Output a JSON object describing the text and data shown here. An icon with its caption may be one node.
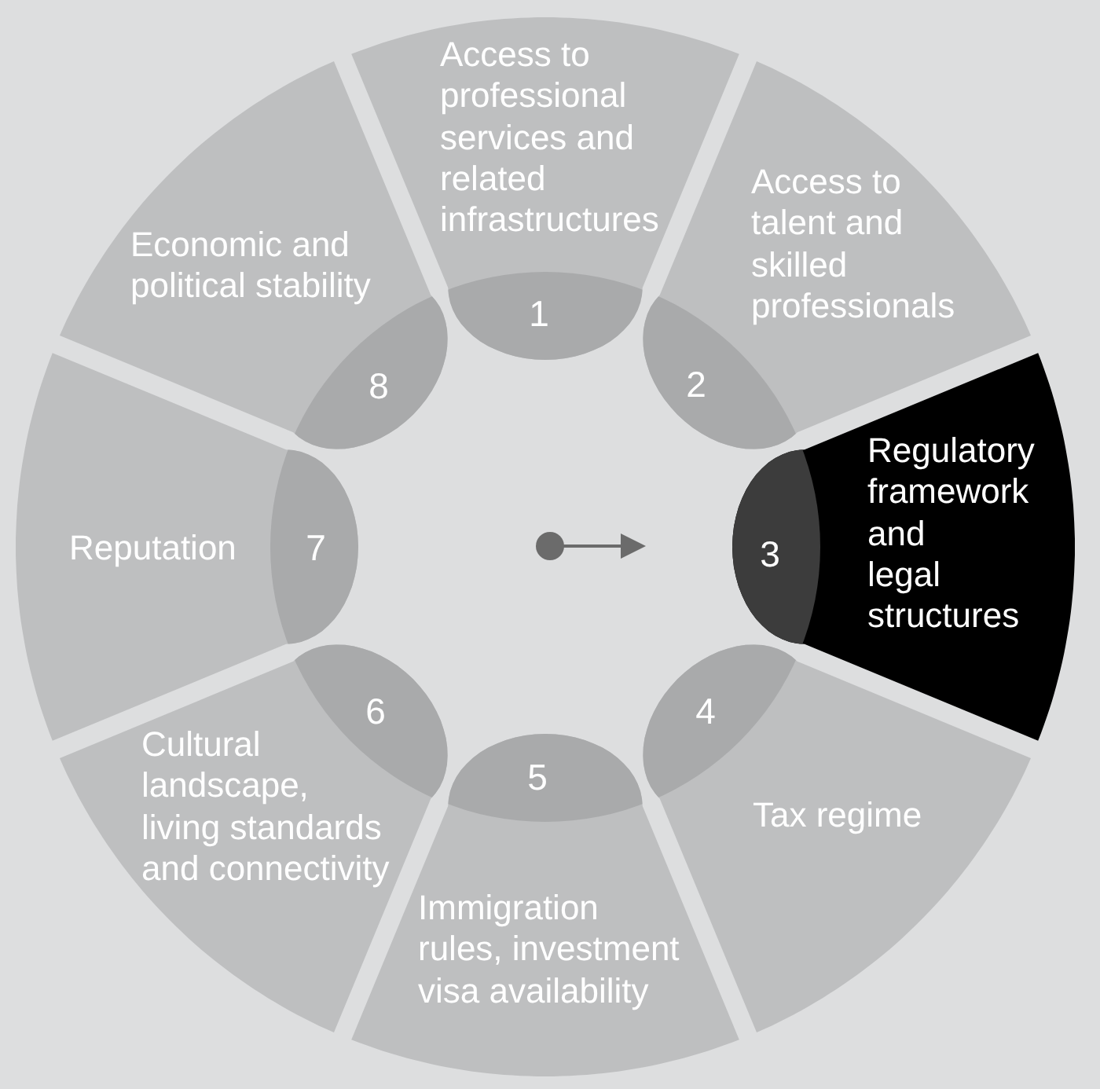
{
  "diagram": {
    "nodes": [
      {
        "text": [
          "Access to professional services and related infrastructures",
          "1"
        ]
      },
      {
        "text": [
          "2",
          "Access to talent and skilled professionals"
        ]
      },
      {
        "text": [
          "3",
          "Regulatory framework and legal structures"
        ]
      },
      {
        "text": [
          "4",
          "Tax regime"
        ]
      },
      {
        "text": [
          "5",
          "Immigration rules, investment visa availability"
        ]
      },
      {
        "text": [
          "6",
          "Cultural landscape, living standards and connectivity"
        ]
      },
      {
        "text": [
          "Reputation",
          "7"
        ]
      },
      {
        "text": [
          "Economic and political stability",
          "8"
        ]
      }
    ]
  }
}
